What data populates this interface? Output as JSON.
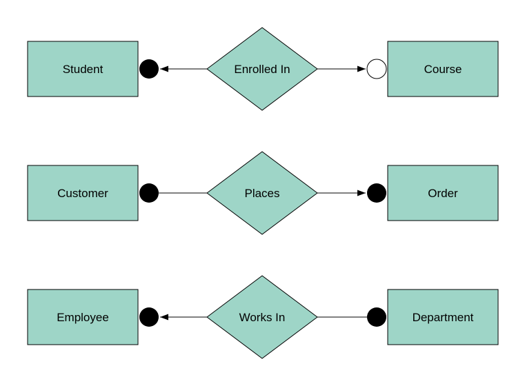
{
  "page": {
    "background": "#ffffff"
  },
  "colors": {
    "shape_fill": "#9ed5c7",
    "shape_stroke": "#000000",
    "connector": "#000000",
    "dot_filled": "#000000",
    "dot_open_fill": "#ffffff",
    "text": "#000000"
  },
  "rows": [
    {
      "left_entity": "Student",
      "relationship": "Enrolled In",
      "right_entity": "Course",
      "left_dot_style": "filled",
      "right_dot_style": "open",
      "left_arrowhead": "arrow-pointing-left-into-dot",
      "right_arrowhead": "arrow-pointing-right-into-dot"
    },
    {
      "left_entity": "Customer",
      "relationship": "Places",
      "right_entity": "Order",
      "left_dot_style": "filled",
      "right_dot_style": "filled",
      "left_arrowhead": "none",
      "right_arrowhead": "arrow-pointing-right-into-dot"
    },
    {
      "left_entity": "Employee",
      "relationship": "Works In",
      "right_entity": "Department",
      "left_dot_style": "filled",
      "right_dot_style": "filled",
      "left_arrowhead": "arrow-pointing-left-into-dot",
      "right_arrowhead": "none"
    }
  ]
}
